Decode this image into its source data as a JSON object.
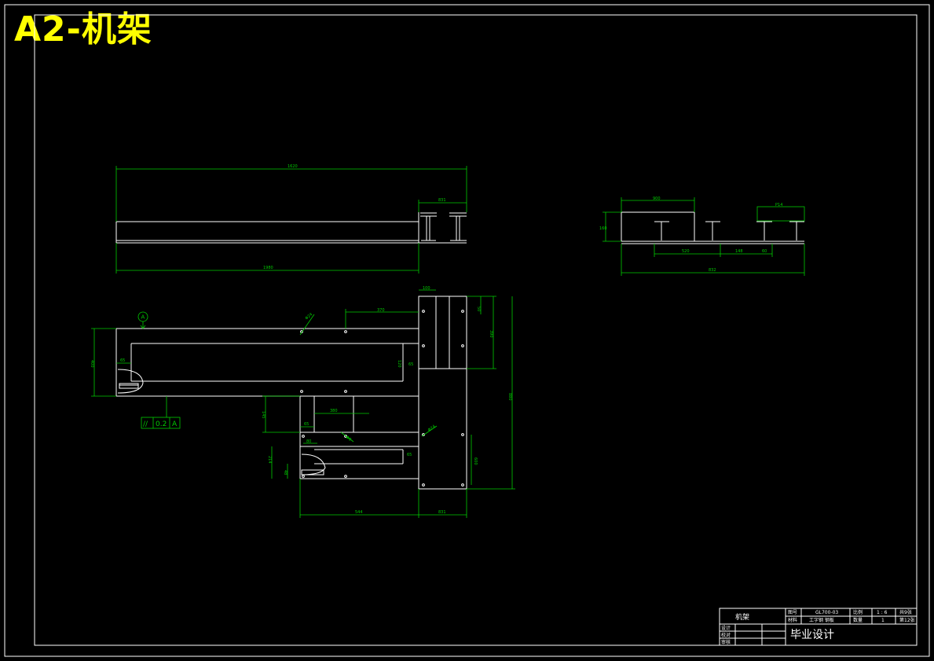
{
  "sheet": {
    "title": "A2-机架"
  },
  "top_view": {
    "dims": {
      "overall": "1620",
      "right_seg": "831",
      "bottom": "1980"
    }
  },
  "side_view": {
    "dims": {
      "top_left": "900",
      "top_right": "P14",
      "height": "160",
      "seg1": "520",
      "seg2": "148",
      "seg3": "60",
      "overall": "832"
    }
  },
  "plan_view": {
    "datum_label": "A",
    "tolerance": {
      "symbol": "//",
      "value": "0.2",
      "datum": "A"
    },
    "dims": {
      "top_small": "100",
      "top_w": "370",
      "diam_top": "Φ24",
      "d_v1": "50",
      "d_v2": "390",
      "d_v3": "600",
      "d_left_h": "400",
      "d_65a": "65",
      "d_120": "120",
      "d_65b": "65",
      "d_380": "380",
      "d_145": "145",
      "d_65c": "65",
      "d_diam_mid": "Φ8",
      "d_diam_r": "Φ24",
      "d_80": "80",
      "d_65d": "65",
      "d_214": "214",
      "d_48": "48",
      "d_600b": "600",
      "d_544": "544",
      "d_831": "831",
      "d_far": "880"
    }
  },
  "title_block": {
    "part_name": "机架",
    "row1": [
      "图号",
      "GL700-03",
      "比例",
      "1 : 6",
      "共9张"
    ],
    "row2": [
      "材料",
      "工字钢 钢板",
      "数量",
      "1",
      "第12张"
    ],
    "roles": [
      "设计",
      "校对",
      "审核"
    ],
    "project": "毕业设计"
  }
}
